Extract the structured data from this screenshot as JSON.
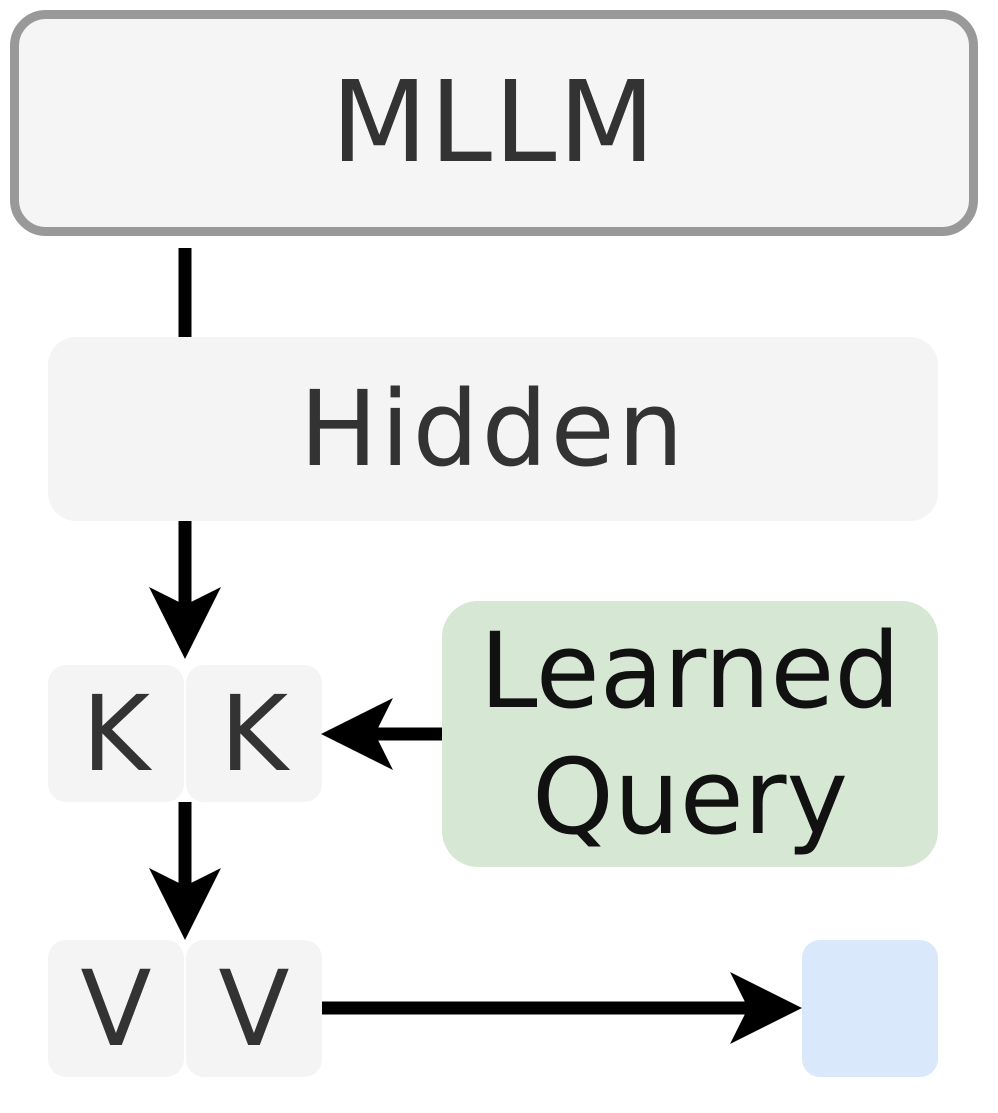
{
  "mllm": {
    "label": "MLLM"
  },
  "hidden": {
    "label": "Hidden"
  },
  "keys": {
    "items": [
      "K",
      "K"
    ]
  },
  "values": {
    "items": [
      "V",
      "V"
    ]
  },
  "learned_query": {
    "line1": "Learned",
    "line2": "Query"
  },
  "colors": {
    "mllm_fill": "#f5f5f5",
    "mllm_border": "#999999",
    "hidden_fill": "#f4f4f4",
    "query_fill": "#d6e8d4",
    "output_fill": "#dae8fc",
    "arrow": "#000000"
  }
}
